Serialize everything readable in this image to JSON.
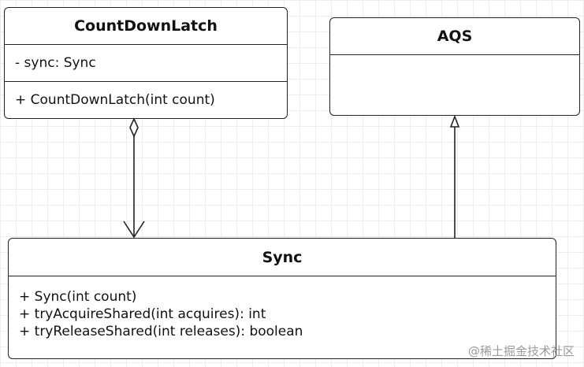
{
  "classes": {
    "countdownlatch": {
      "name": "CountDownLatch",
      "attributes": [
        "- sync: Sync"
      ],
      "operations": [
        "+ CountDownLatch(int count)"
      ]
    },
    "aqs": {
      "name": "AQS",
      "attributes": [],
      "operations": []
    },
    "sync": {
      "name": "Sync",
      "attributes": [],
      "operations": [
        "+ Sync(int count)",
        "+ tryAcquireShared(int acquires): int",
        "+ tryReleaseShared(int releases): boolean"
      ]
    }
  },
  "relations": [
    {
      "type": "aggregation",
      "from": "CountDownLatch",
      "to": "Sync"
    },
    {
      "type": "generalization",
      "from": "Sync",
      "to": "AQS"
    }
  ],
  "watermark": "@稀土掘金技术社区",
  "colors": {
    "stroke": "#222222",
    "grid": "#ececec",
    "background": "#ffffff",
    "watermark": "#9a9a9a"
  }
}
